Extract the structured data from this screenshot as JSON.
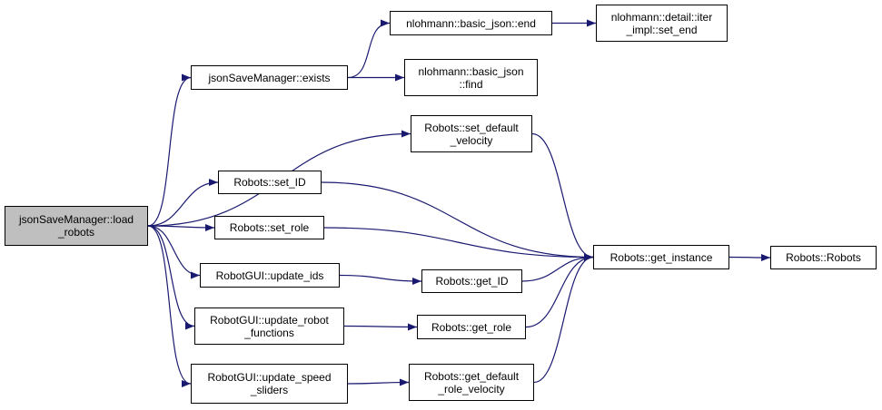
{
  "nodes": {
    "load_robots": {
      "line1": "jsonSaveManager::load",
      "line2": "_robots"
    },
    "exists": {
      "line1": "jsonSaveManager::exists"
    },
    "json_end": {
      "line1": "nlohmann::basic_json::end"
    },
    "iter_set_end": {
      "line1": "nlohmann::detail::iter",
      "line2": "_impl::set_end"
    },
    "json_find": {
      "line1": "nlohmann::basic_json",
      "line2": "::find"
    },
    "set_default_velocity": {
      "line1": "Robots::set_default",
      "line2": "_velocity"
    },
    "set_id": {
      "line1": "Robots::set_ID"
    },
    "set_role": {
      "line1": "Robots::set_role"
    },
    "update_ids": {
      "line1": "RobotGUI::update_ids"
    },
    "update_robot_functions": {
      "line1": "RobotGUI::update_robot",
      "line2": "_functions"
    },
    "update_speed_sliders": {
      "line1": "RobotGUI::update_speed",
      "line2": "_sliders"
    },
    "get_instance": {
      "line1": "Robots::get_instance"
    },
    "robots_ctor": {
      "line1": "Robots::Robots"
    },
    "get_id": {
      "line1": "Robots::get_ID"
    },
    "get_role": {
      "line1": "Robots::get_role"
    },
    "get_default_role_velocity": {
      "line1": "Robots::get_default",
      "line2": "_role_velocity"
    }
  },
  "edges": [
    [
      "load_robots",
      "exists"
    ],
    [
      "load_robots",
      "set_default_velocity"
    ],
    [
      "load_robots",
      "set_id"
    ],
    [
      "load_robots",
      "set_role"
    ],
    [
      "load_robots",
      "update_ids"
    ],
    [
      "load_robots",
      "update_robot_functions"
    ],
    [
      "load_robots",
      "update_speed_sliders"
    ],
    [
      "exists",
      "json_end"
    ],
    [
      "exists",
      "json_find"
    ],
    [
      "json_end",
      "iter_set_end"
    ],
    [
      "set_default_velocity",
      "get_instance"
    ],
    [
      "set_id",
      "get_instance"
    ],
    [
      "set_role",
      "get_instance"
    ],
    [
      "update_ids",
      "get_id"
    ],
    [
      "update_robot_functions",
      "get_role"
    ],
    [
      "update_speed_sliders",
      "get_default_role_velocity"
    ],
    [
      "get_id",
      "get_instance"
    ],
    [
      "get_role",
      "get_instance"
    ],
    [
      "get_default_role_velocity",
      "get_instance"
    ],
    [
      "get_instance",
      "robots_ctor"
    ]
  ],
  "colors": {
    "edge": "#191970",
    "root_fill": "#bfbfbf",
    "node_border": "#000000"
  }
}
